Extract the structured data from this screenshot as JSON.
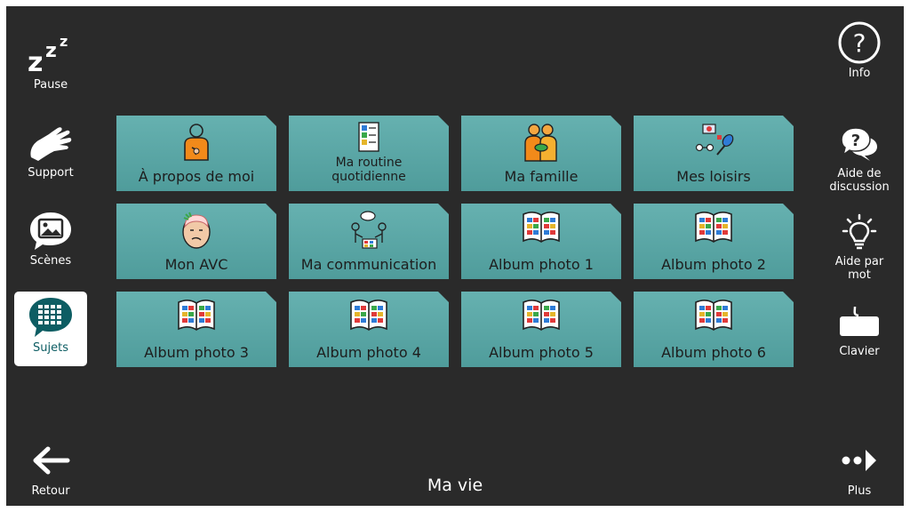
{
  "left_sidebar": [
    {
      "label": "Pause",
      "icon": "sleep-zzz-icon"
    },
    {
      "label": "Support",
      "icon": "hand-support-icon"
    },
    {
      "label": "Scènes",
      "icon": "scene-picture-icon"
    },
    {
      "label": "Sujets",
      "icon": "topics-grid-icon",
      "active": true
    }
  ],
  "right_sidebar": [
    {
      "label": "Info",
      "icon": "question-circle-icon"
    },
    {
      "label": "Aide de discussion",
      "icon": "chat-help-icon"
    },
    {
      "label": "Aide par mot",
      "icon": "lightbulb-icon"
    },
    {
      "label": "Clavier",
      "icon": "keyboard-icon"
    }
  ],
  "tiles": [
    {
      "label": "À propos de moi",
      "icon": "person-pointing-self-icon"
    },
    {
      "label": "Ma routine quotidienne",
      "icon": "daily-schedule-icon"
    },
    {
      "label": "Ma famille",
      "icon": "family-icon"
    },
    {
      "label": "Mes loisirs",
      "icon": "hobbies-icon"
    },
    {
      "label": "Mon AVC",
      "icon": "stroke-head-icon"
    },
    {
      "label": "Ma communication",
      "icon": "communication-icon"
    },
    {
      "label": "Album photo 1",
      "icon": "photo-album-icon"
    },
    {
      "label": "Album photo 2",
      "icon": "photo-album-icon"
    },
    {
      "label": "Album photo 3",
      "icon": "photo-album-icon"
    },
    {
      "label": "Album photo 4",
      "icon": "photo-album-icon"
    },
    {
      "label": "Album photo 5",
      "icon": "photo-album-icon"
    },
    {
      "label": "Album photo 6",
      "icon": "photo-album-icon"
    }
  ],
  "footer": {
    "back_label": "Retour",
    "title": "Ma vie",
    "more_label": "Plus"
  },
  "colors": {
    "background": "#2a2a2a",
    "tile": "#5aa7a6",
    "active_text": "#0d5d63"
  }
}
